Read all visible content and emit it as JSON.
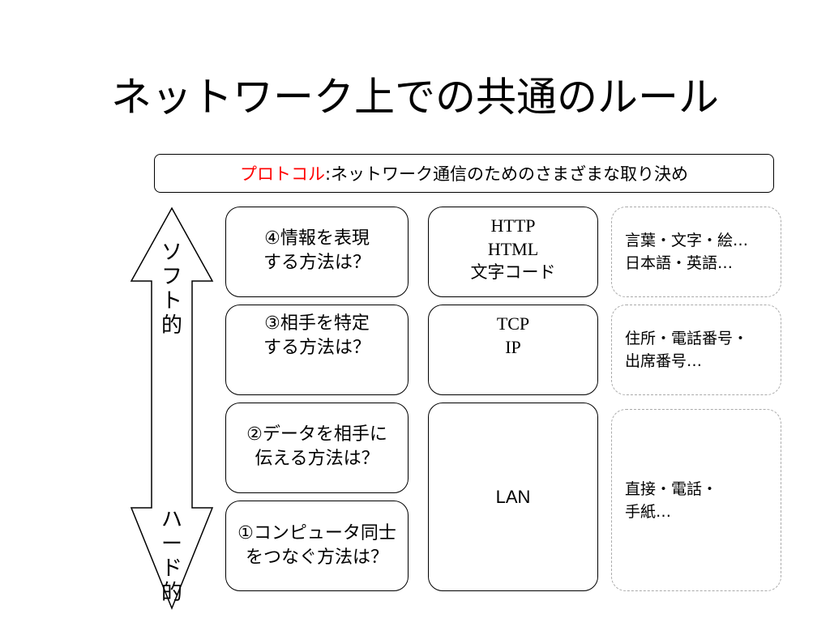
{
  "title": "ネットワーク上での共通のルール",
  "protocol": {
    "term": "プロトコル",
    "definition": ":ネットワーク通信のためのさまざまな取り決め"
  },
  "axis": {
    "top_label": [
      "ソ",
      "フ",
      "ト",
      "的"
    ],
    "bottom_label": [
      "ハ",
      "ー",
      "ド",
      "的"
    ]
  },
  "questions": [
    {
      "lines": [
        "④情報を表現",
        "する方法は？"
      ]
    },
    {
      "lines": [
        "③相手を特定",
        "する方法は？"
      ]
    },
    {
      "lines": [
        "②データを相手に",
        "伝える方法は？"
      ]
    },
    {
      "lines": [
        "①コンピュータ同士",
        "をつなぐ方法は？"
      ]
    }
  ],
  "protocols": [
    {
      "lines": [
        "HTTP",
        "HTML"
      ],
      "jp": "文字コード"
    },
    {
      "lines": [
        "TCP",
        "IP"
      ]
    },
    {
      "lines": [
        "LAN"
      ]
    }
  ],
  "examples": [
    {
      "lines": [
        "言葉・文字・絵…",
        "日本語・英語…"
      ]
    },
    {
      "lines": [
        "住所・電話番号・",
        "出席番号…"
      ]
    },
    {
      "lines": [
        "直接・電話・",
        "手紙…"
      ]
    }
  ]
}
